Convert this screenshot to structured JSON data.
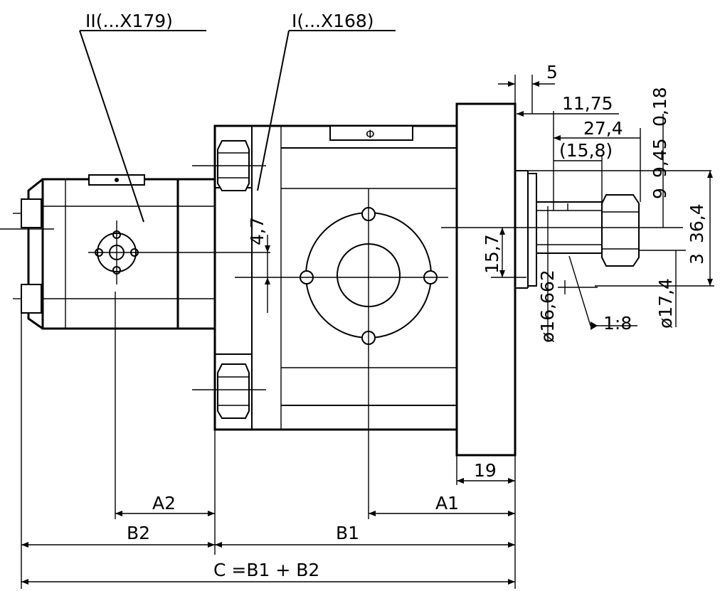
{
  "callouts": {
    "rear_pump": "II(...X179)",
    "front_pump": "I(...X168)"
  },
  "dimensions": {
    "d_5": "5",
    "d_11_75": "11,75",
    "d_27_4": "27,4",
    "d_15_8": "(15,8)",
    "d_0_18": "0,18",
    "d_9_45": "9,45",
    "d_9": "9",
    "d_36_4": "36,4",
    "d_3": "3",
    "d_4_7": "4,7",
    "d_15_7": "15,7",
    "d_dia16_662": "ø16,662",
    "d_dia17_4": "ø17,4",
    "taper": "1:8",
    "d_19": "19",
    "a1": "A1",
    "a2": "A2",
    "b1": "B1",
    "b2": "B2",
    "total": "C =B1 + B2"
  },
  "symbols": {
    "plate_symbol": "Φ"
  }
}
